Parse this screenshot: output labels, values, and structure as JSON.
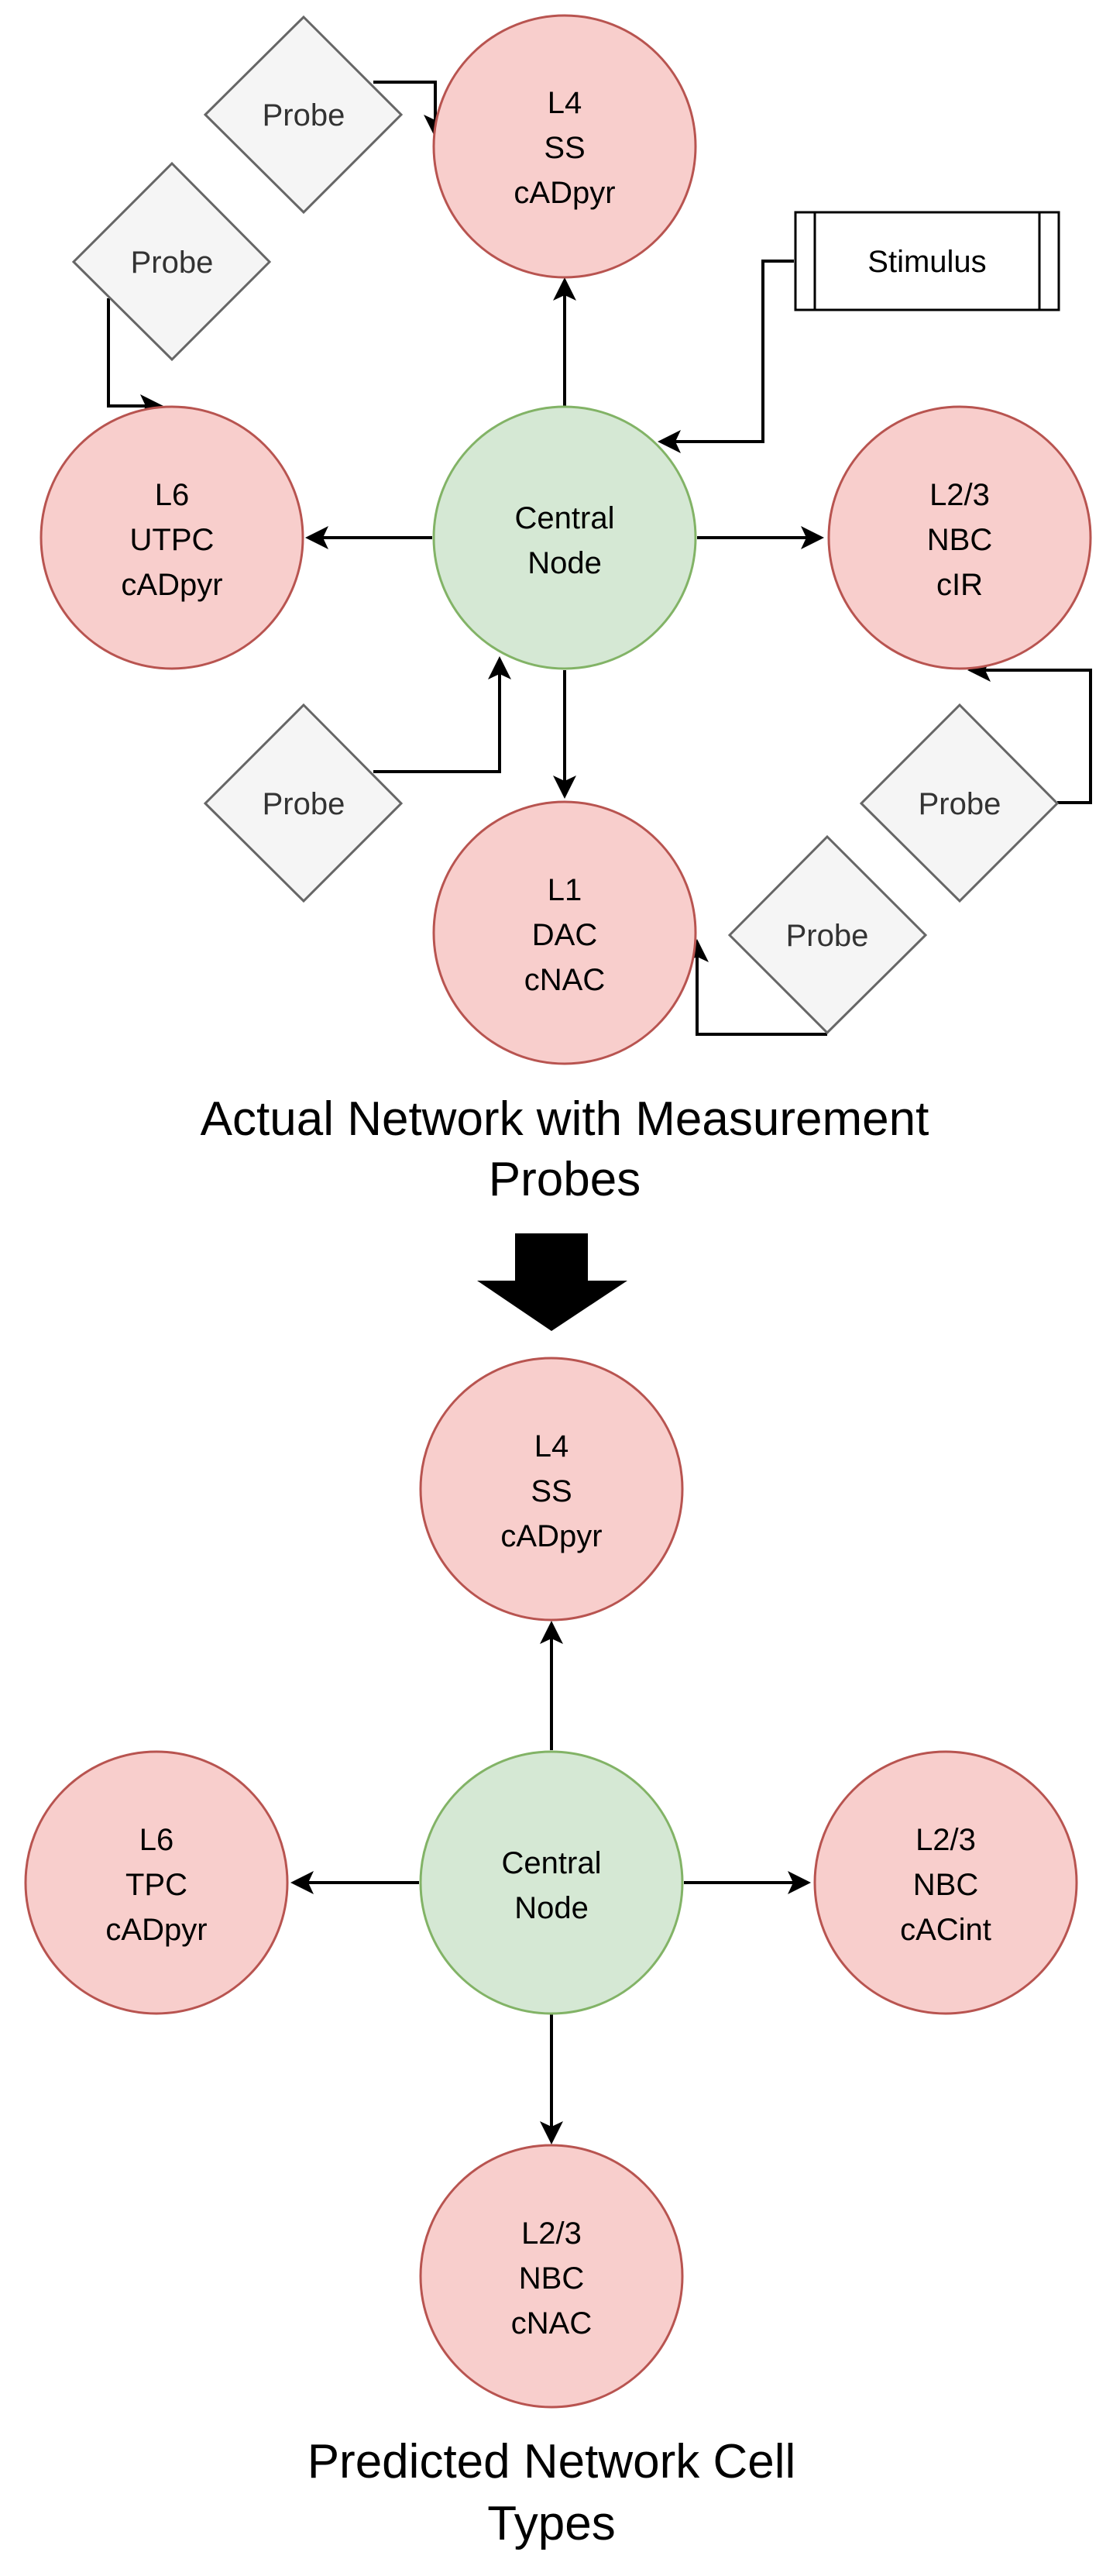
{
  "diagram": {
    "actual": {
      "center": [
        "Central",
        "Node"
      ],
      "top": [
        "L4",
        "SS",
        "cADpyr"
      ],
      "left": [
        "L6",
        "UTPC",
        "cADpyr"
      ],
      "right": [
        "L2/3",
        "NBC",
        "cIR"
      ],
      "bottom": [
        "L1",
        "DAC",
        "cNAC"
      ],
      "probe_label": "Probe",
      "stimulus_label": "Stimulus",
      "caption": [
        "Actual Network with Measurement",
        "Probes"
      ]
    },
    "predicted": {
      "center": [
        "Central",
        "Node"
      ],
      "top": [
        "L4",
        "SS",
        "cADpyr"
      ],
      "left": [
        "L6",
        "TPC",
        "cADpyr"
      ],
      "right": [
        "L2/3",
        "NBC",
        "cACint"
      ],
      "bottom": [
        "L2/3",
        "NBC",
        "cNAC"
      ],
      "caption": [
        "Predicted Network Cell",
        "Types"
      ]
    },
    "colors": {
      "cell_fill": "#f8cecc",
      "cell_stroke": "#b85450",
      "central_fill": "#d5e8d4",
      "central_stroke": "#82b366",
      "probe_fill": "#f5f5f5",
      "probe_stroke": "#666666"
    }
  }
}
